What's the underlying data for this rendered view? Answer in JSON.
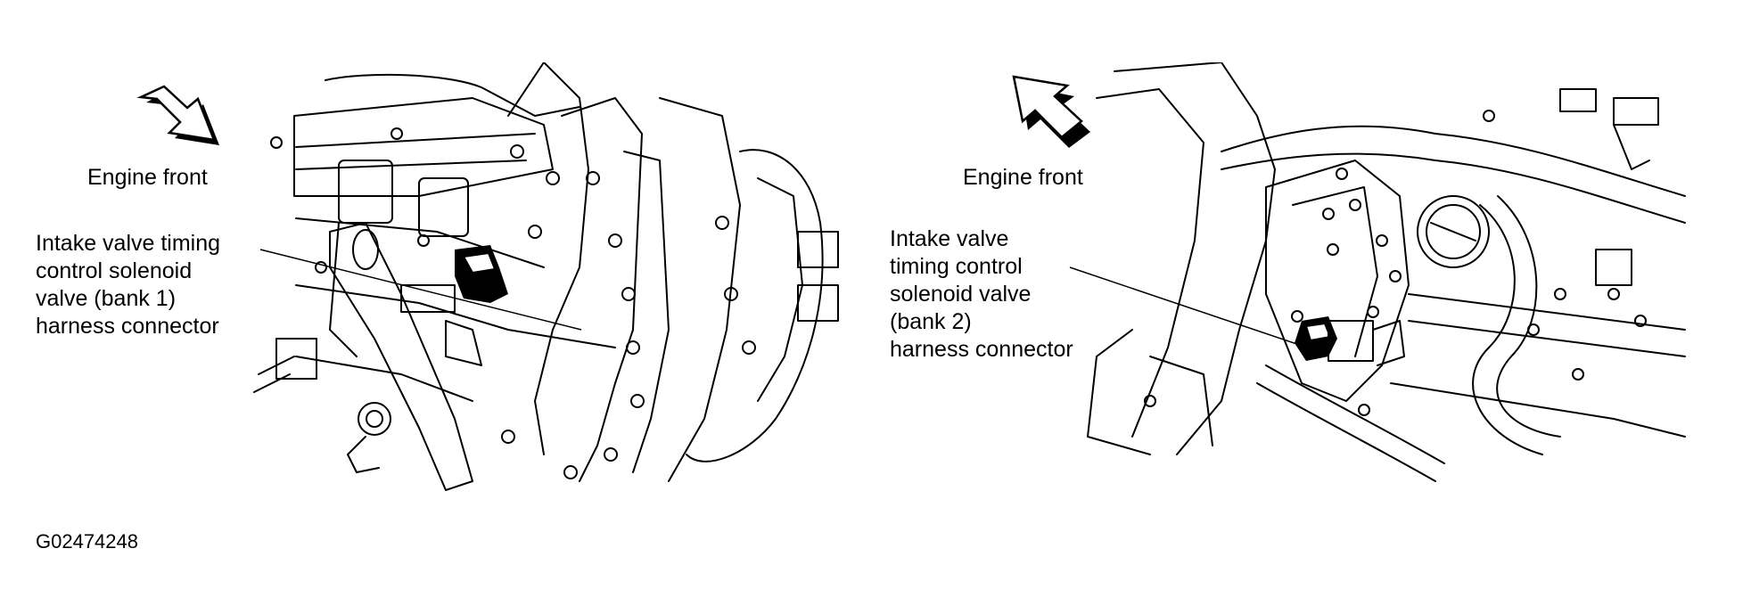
{
  "left": {
    "direction_label": "Engine front",
    "callout_lines": [
      "Intake valve timing",
      "control solenoid",
      "valve (bank 1)",
      "harness connector"
    ]
  },
  "right": {
    "direction_label": "Engine front",
    "callout_lines": [
      "Intake valve",
      "timing control",
      "solenoid valve",
      "(bank 2)",
      "harness connector"
    ]
  },
  "figure_id": "G02474248",
  "icons": {
    "left_arrow": "arrow-down-right-icon",
    "right_arrow": "arrow-up-left-icon"
  }
}
